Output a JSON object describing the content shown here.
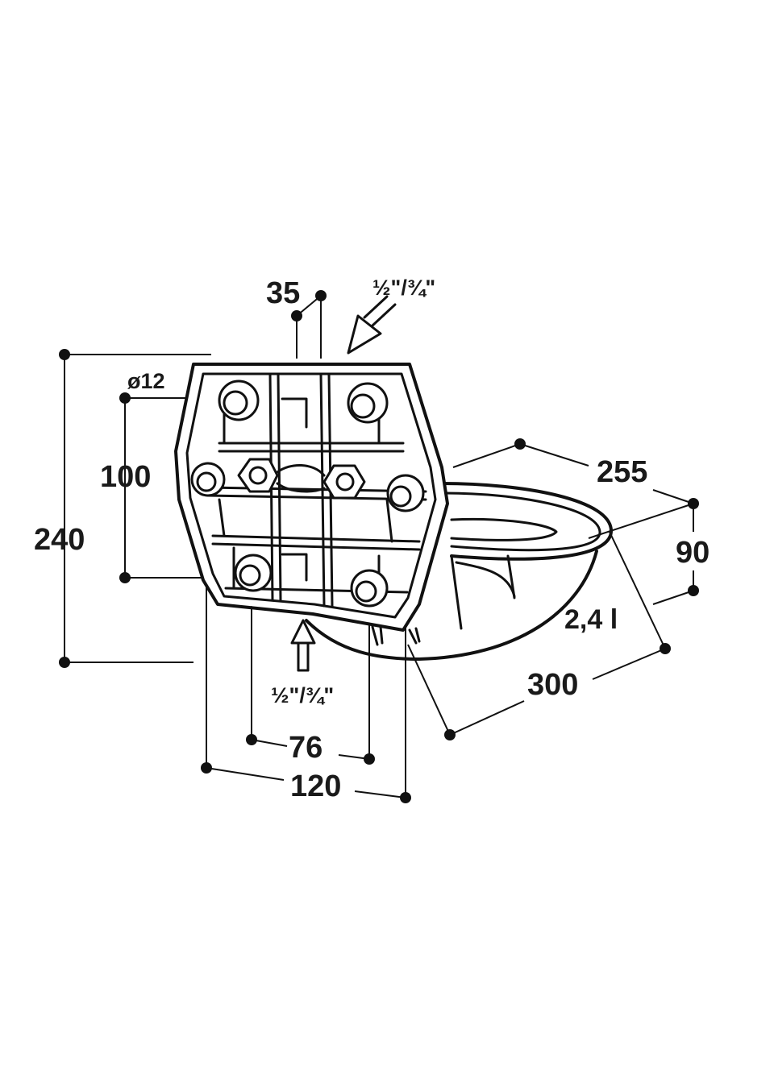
{
  "dimensions": {
    "top_offset": "35",
    "inlet_top": "½\"/¾\"",
    "hole_diameter": "ø12",
    "hole_vertical_spacing": "100",
    "total_height": "240",
    "bowl_width": "255",
    "bowl_depth": "90",
    "capacity": "2,4 l",
    "bowl_length": "300",
    "inlet_bottom": "½\"/¾\"",
    "hole_horizontal_spacing": "76",
    "plate_width": "120"
  }
}
